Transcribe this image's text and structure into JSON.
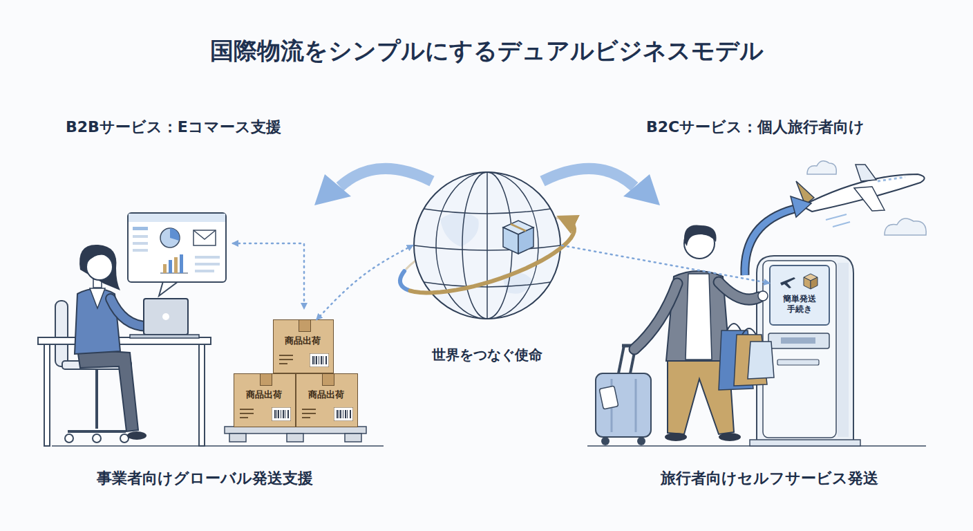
{
  "diagram": {
    "title": "国際物流をシンプルにするデュアルビジネスモデル",
    "nodes": [
      {
        "text": [
          "世界をつなぐ使命"
        ]
      },
      {
        "text": [
          "商品出荷"
        ]
      },
      {
        "text": [
          "商品出荷"
        ]
      },
      {
        "text": [
          "商品出荷"
        ]
      },
      {
        "text": [
          "簡単発送 手続き"
        ]
      }
    ],
    "edges": [
      {
        "from": 0,
        "to": 1,
        "arrow": "both"
      },
      {
        "from": 0,
        "to": 4,
        "arrow": "to"
      }
    ],
    "labels": [
      "B2Bサービス：Eコマース支援",
      "B2Cサービス：個人旅行者向け",
      "事業者向けグローバル発送支援",
      "旅行者向けセルフサービス発送"
    ]
  }
}
